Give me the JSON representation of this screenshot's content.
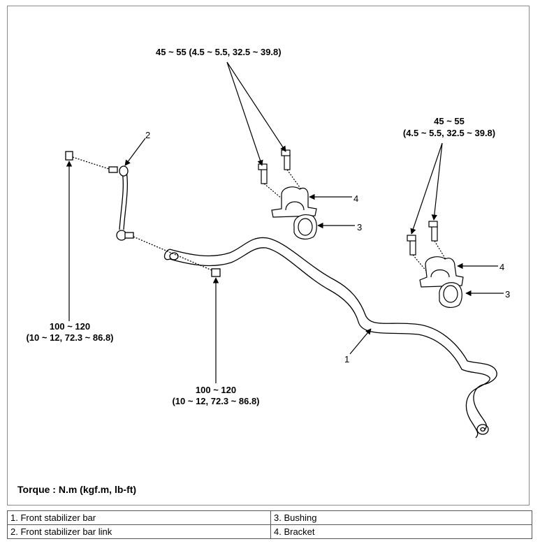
{
  "torque_values": {
    "bracket_left": "45 ~ 55 (4.5 ~ 5.5, 32.5 ~ 39.8)",
    "bracket_right_line1": "45 ~ 55",
    "bracket_right_line2": "(4.5 ~ 5.5, 32.5 ~ 39.8)",
    "link_upper_line1": "100 ~ 120",
    "link_upper_line2": "(10 ~ 12, 72.3 ~ 86.8)",
    "link_lower_line1": "100 ~ 120",
    "link_lower_line2": "(10 ~ 12, 72.3 ~ 86.8)"
  },
  "callouts": {
    "bar": "1",
    "link": "2",
    "bushing_left": "3",
    "bracket_left": "4",
    "bushing_right": "3",
    "bracket_right": "4"
  },
  "torque_unit": "Torque : N.m (kgf.m, lb-ft)",
  "legend": [
    [
      "1. Front stabilizer bar",
      "3. Bushing"
    ],
    [
      "2. Front stabilizer bar link",
      "4. Bracket"
    ]
  ]
}
